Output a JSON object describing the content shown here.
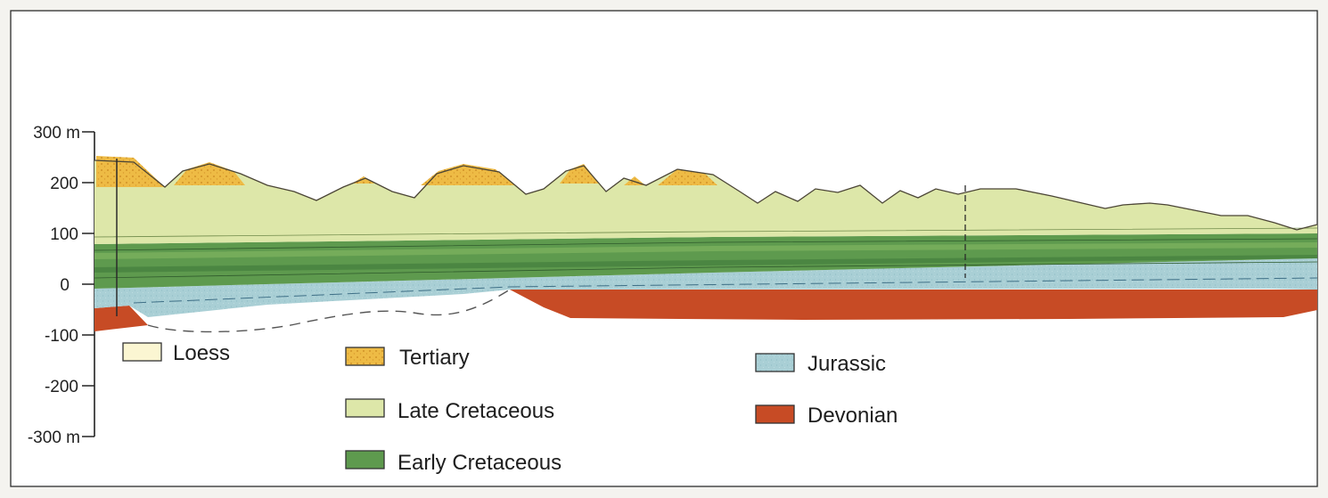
{
  "axis": {
    "tick_labels": [
      "300 m",
      "200",
      "100",
      "0",
      "-100",
      "-200",
      "-300 m"
    ],
    "ylim": [
      -300,
      300
    ]
  },
  "legend": {
    "items": [
      {
        "label": "Loess",
        "color": "#fbf6d2"
      },
      {
        "label": "Tertiary",
        "color": "#eebb45"
      },
      {
        "label": "Late Cretaceous",
        "color": "#dde7a9"
      },
      {
        "label": "Early Cretaceous",
        "color": "#5e9a4e"
      },
      {
        "label": "Jurassic",
        "color": "#a9cfd5"
      },
      {
        "label": "Devonian",
        "color": "#c74b25"
      }
    ]
  },
  "colors": {
    "loess": "#fbf6d2",
    "tertiary": "#eebb45",
    "late_cretaceous": "#dde7a9",
    "early_cretaceous": "#5e9a4e",
    "jurassic": "#a9cfd5",
    "devonian": "#c74b25"
  }
}
